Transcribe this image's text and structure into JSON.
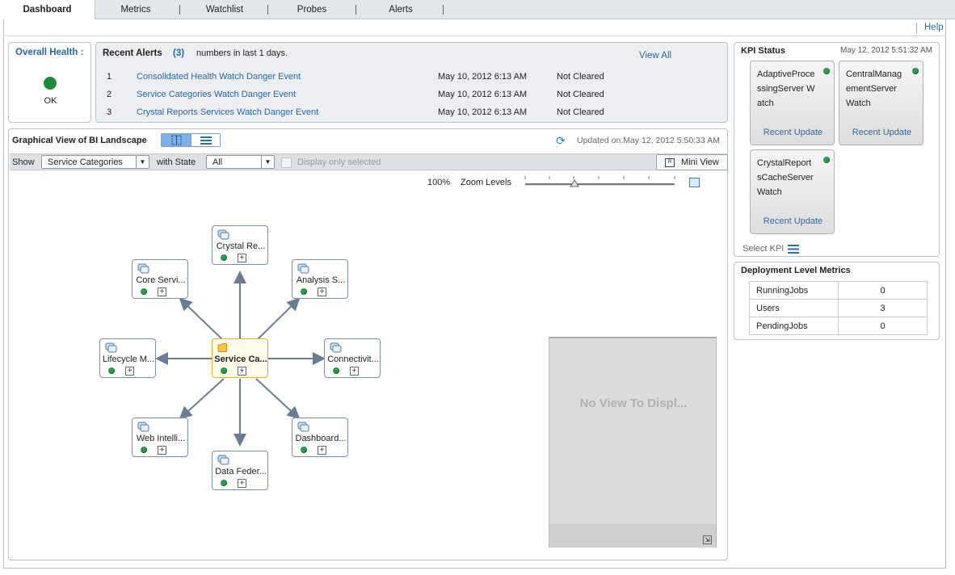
{
  "tabs": [
    {
      "label": "Dashboard"
    },
    {
      "label": "Metrics"
    },
    {
      "label": "Watchlist"
    },
    {
      "label": "Probes"
    },
    {
      "label": "Alerts"
    }
  ],
  "help_label": "Help",
  "overall_health": {
    "title": "Overall Health :",
    "status": "OK",
    "status_color": "#1d8a3d"
  },
  "recent_alerts": {
    "title": "Recent Alerts",
    "count": "(3)",
    "suffix": "numbers in last 1 days.",
    "view_all": "View All",
    "rows": [
      {
        "num": "1",
        "name": "Consolidated Health Watch Danger Event",
        "date": "May 10, 2012 6:13 AM",
        "state": "Not Cleared"
      },
      {
        "num": "2",
        "name": "Service Categories Watch Danger Event",
        "date": "May 10, 2012 6:13 AM",
        "state": "Not Cleared"
      },
      {
        "num": "3",
        "name": "Crystal Reports Services Watch Danger Event",
        "date": "May 10, 2012 6:13 AM",
        "state": "Not Cleared"
      }
    ]
  },
  "graph": {
    "title": "Graphical View of BI Landscape",
    "updated": "Updated on:May 12, 2012 5:50:33 AM",
    "show_label": "Show",
    "show_value": "Service Categories",
    "state_label": "with State",
    "state_value": "All",
    "display_selected": "Display only selected",
    "mini_view": "Mini View",
    "zoom_percent": "100%",
    "zoom_label": "Zoom Levels",
    "zoom_level": 0.33,
    "nodes": {
      "center": "Service Ca...",
      "crystal": "Crystal Re...",
      "core": "Core Servi...",
      "analysis": "Analysis S...",
      "lifecycle": "Lifecycle M...",
      "connectivity": "Connectivit...",
      "web": "Web Intelli...",
      "dashboard": "Dashboard...",
      "datafed": "Data Feder..."
    },
    "mini_view_empty": "No View To Displ..."
  },
  "kpi": {
    "title": "KPI Status",
    "date": "May 12, 2012 5:51:32 AM",
    "cards": [
      {
        "name": "AdaptiveProcessingServer Watch",
        "link": "Recent Update"
      },
      {
        "name": "CentralManagementServer Watch",
        "link": "Recent Update"
      },
      {
        "name": "CrystalReportsCacheServer Watch",
        "link": "Recent Update"
      }
    ],
    "select_kpi": "Select KPI"
  },
  "deployment": {
    "title": "Deployment Level Metrics",
    "rows": [
      {
        "name": "RunningJobs",
        "value": "0"
      },
      {
        "name": "Users",
        "value": "3"
      },
      {
        "name": "PendingJobs",
        "value": "0"
      }
    ]
  }
}
